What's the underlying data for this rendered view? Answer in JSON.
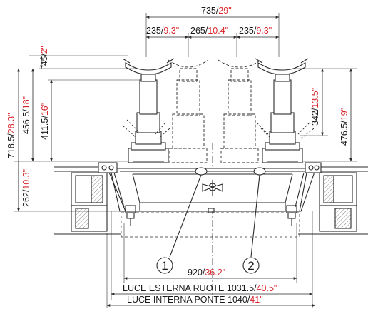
{
  "diagram": {
    "line_color": "#2a2a2a",
    "accent_inch_color": "#d8262b",
    "dimensions": {
      "top_overall": {
        "mm": "735",
        "sep": "/",
        "in": "29\""
      },
      "top_left": {
        "mm": "235",
        "sep": "/",
        "in": "9.3\""
      },
      "top_mid": {
        "mm": "265",
        "sep": "/",
        "in": "10.4\""
      },
      "top_right": {
        "mm": "235",
        "sep": "/",
        "in": "9.3\""
      },
      "left_45": {
        "mm": "45",
        "sep": "/",
        "in": "2\""
      },
      "left_7185": {
        "mm": "718.5",
        "sep": "/",
        "in": "28.3\""
      },
      "left_4565": {
        "mm": "456.5",
        "sep": "/",
        "in": "18\""
      },
      "left_4115": {
        "mm": "411.5",
        "sep": "/",
        "in": "16\""
      },
      "left_262": {
        "mm": "262",
        "sep": "/",
        "in": "10.3\""
      },
      "right_342": {
        "mm": "342",
        "sep": "/",
        "in": "13.5\""
      },
      "right_4765": {
        "mm": "476.5",
        "sep": "/",
        "in": "19\""
      },
      "bottom_920": {
        "mm": "920",
        "sep": "/",
        "in": "36.2\""
      },
      "bottom_ruote": {
        "text": "LUCE ESTERNA RUOTE 1031.5",
        "sep": "/",
        "in": "40.5\""
      },
      "bottom_ponte": {
        "text": "LUCE INTERNA PONTE 1040",
        "sep": "/",
        "in": "41\""
      }
    },
    "callouts": [
      {
        "label": "1"
      },
      {
        "label": "2"
      }
    ]
  }
}
